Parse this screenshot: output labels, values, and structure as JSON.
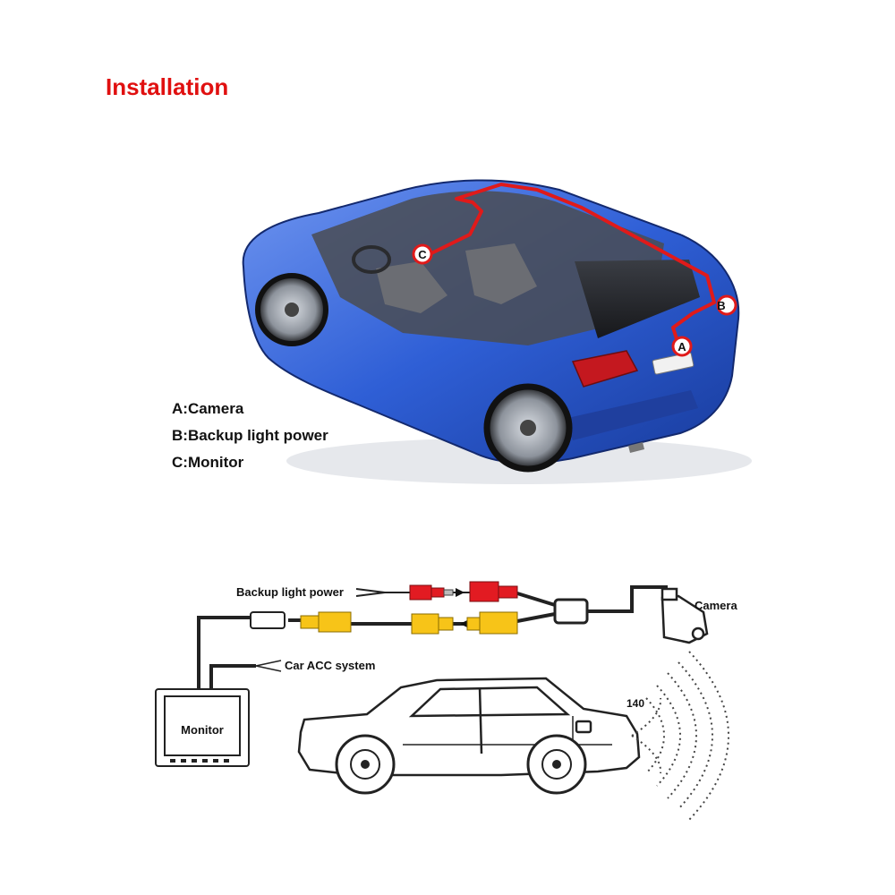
{
  "title": "Installation",
  "colors": {
    "title": "#e01010",
    "car_body": "#2f5fd6",
    "route": "#e01a1a",
    "connector_red": "#e21b22",
    "connector_yellow": "#f7c418"
  },
  "points": {
    "a": "A",
    "b": "B",
    "c": "C"
  },
  "legend": [
    "A:Camera",
    "B:Backup light power",
    "C:Monitor"
  ],
  "wiring": {
    "backup_light_power": "Backup light power",
    "camera": "Camera",
    "car_acc": "Car ACC system",
    "monitor": "Monitor",
    "angle": "140"
  }
}
